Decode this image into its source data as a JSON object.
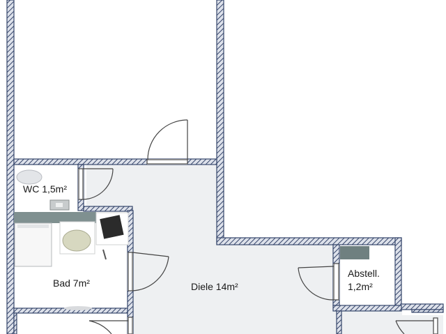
{
  "rooms": {
    "wc": {
      "label": "WC 1,5m²"
    },
    "bad": {
      "label": "Bad 7m²"
    },
    "diele": {
      "label": "Diele 14m²"
    },
    "abstell": {
      "name": "Abstell.",
      "area": "1,2m²"
    }
  },
  "colors": {
    "wall_stroke": "#35456b",
    "wall_fill": "#dde1ea",
    "hall_floor": "#eef0f2",
    "door_line": "#444444",
    "furniture_fill": "#ffffff",
    "counter": "#7f9090",
    "sink": "#d7d8c0",
    "washer": "#2b2b2b"
  },
  "icons": [
    "door-swing-icon",
    "toilet-icon",
    "bathtub-icon",
    "washbasin-icon",
    "washing-machine-icon"
  ]
}
